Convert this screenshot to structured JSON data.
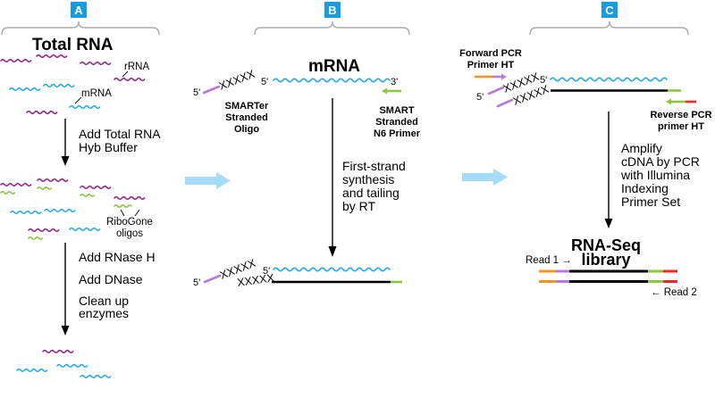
{
  "colors": {
    "label_box_blue": "#199CDE",
    "flow_arrow_blue": "#A5DCF9",
    "rrna_purple": "#92278F",
    "mrna_blue": "#29ABE2",
    "oligo_green": "#8DC63F",
    "oligo_lavender": "#B57BD8",
    "primer_orange": "#F7941D",
    "primer_red": "#EE2A24",
    "bracket_gray": "#ABABAB"
  },
  "panel_a": {
    "label": "A",
    "title": "Total RNA",
    "rrna": "rRNA",
    "mrna": "mRNA",
    "step1_line1": "Add Total RNA",
    "step1_line2": "Hyb Buffer",
    "ribogone_line1": "RiboGone",
    "ribogone_line2": "oligos",
    "step2_line1": "Add RNase H",
    "step2_line2": "Add DNase",
    "step2_line3": "Clean up",
    "step2_line4": "enzymes"
  },
  "panel_b": {
    "label": "B",
    "title": "mRNA",
    "five_prime": "5'",
    "three_prime": "3'",
    "xxxxx": "XXXXX",
    "smarter_line1": "SMARTer",
    "smarter_line2": "Stranded",
    "smarter_line3": "Oligo",
    "n6_line1": "SMART",
    "n6_line2": "Stranded",
    "n6_line3": "N6 Primer",
    "step_line1": "First-strand",
    "step_line2": "synthesis",
    "step_line3": "and tailing",
    "step_line4": "by RT"
  },
  "panel_c": {
    "label": "C",
    "fwd_line1": "Forward PCR",
    "fwd_line2": "Primer HT",
    "rev_line1": "Reverse PCR",
    "rev_line2": "primer HT",
    "five_prime": "5'",
    "xxxxx": "XXXXX",
    "step_line1": "Amplify",
    "step_line2": "cDNA by PCR",
    "step_line3": "with Illumina",
    "step_line4": "Indexing",
    "step_line5": "Primer Set",
    "library_line1": "RNA-Seq",
    "library_line2": "library",
    "read1": "Read 1 →",
    "read2": "← Read 2"
  }
}
